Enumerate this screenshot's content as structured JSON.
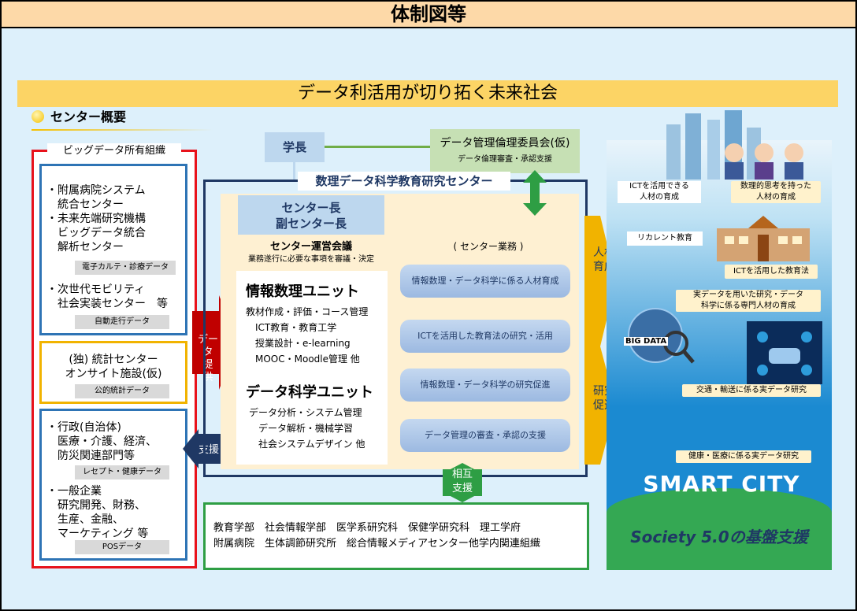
{
  "header": {
    "title": "体制図等"
  },
  "banner": {
    "title": "データ利活用が切り拓く未来社会"
  },
  "overview": {
    "label": "センター概要"
  },
  "orgs": {
    "title": "ビッグデータ所有組織",
    "group1": {
      "lines": [
        "・附属病院システム",
        "　統合センター",
        "・未来先端研究機構",
        "　ビッグデータ統合",
        "　解析センター"
      ],
      "tag1": "電子カルテ・診療データ",
      "lines2": [
        "・次世代モビリティ",
        "　社会実装センター　等"
      ],
      "tag2": "自動走行データ"
    },
    "group2": {
      "lines": [
        "(独) 統計センター",
        "オンサイト施設(仮)"
      ],
      "tag": "公的統計データ"
    },
    "group3": {
      "lines": [
        "・行政(自治体)",
        "　医療・介護、経済、",
        "　防災関連部門等"
      ],
      "tag1": "レセプト・健康データ",
      "lines2": [
        "・一般企業",
        "　研究開発、財務、",
        "　生産、金融、",
        "　マーケティング 等"
      ],
      "tag2": "POSデータ"
    }
  },
  "arrows": {
    "data_provide": [
      "データ",
      "提　供"
    ],
    "support": "支援",
    "mutual": [
      "相互",
      "支援"
    ]
  },
  "president": "学長",
  "ethics": {
    "title": "データ管理倫理委員会(仮)",
    "sub": "データ倫理審査・承認支援"
  },
  "center": {
    "title": "数理データ科学教育研究センター",
    "director": [
      "センター長",
      "副センター長"
    ],
    "meeting_title": "センター運営会議",
    "meeting_sub": "業務遂行に必要な事項を審議・決定",
    "unit1": {
      "title": "情報数理ユニット",
      "items": [
        "教材作成・評価・コース管理",
        "　ICT教育・教育工学",
        "　授業設計・e-learning",
        "　MOOC・Moodle管理 他"
      ]
    },
    "unit2": {
      "title": "データ科学ユニット",
      "items": [
        "データ分析・システム管理",
        "　データ解析・機械学習",
        "　社会システムデザイン 他"
      ]
    },
    "biz_title": "( センター業務 )",
    "biz_items": [
      "情報数理・データ科学に係る人材育成",
      "ICTを活用した教育法の研究・活用",
      "情報数理・データ科学の研究促進",
      "データ管理の審査・承認の支援"
    ]
  },
  "bottom": {
    "lines": [
      "教育学部　社会情報学部　医学系研究科　保健学研究科　理工学府",
      "附属病院　生体調節研究所　総合情報メディアセンター他学内関連組織"
    ]
  },
  "side_labels": {
    "hr": [
      "人材",
      "育成"
    ],
    "research": [
      "研究",
      "促進"
    ]
  },
  "right": {
    "tag_ict": [
      "ICTを活用できる",
      "人材の育成"
    ],
    "tag_math": [
      "数理的思考を持った",
      "人材の育成"
    ],
    "recurrent": "リカレント教育",
    "ict_edu": "ICTを活用した教育法",
    "real_data": [
      "実データを用いた研究・データ",
      "科学に係る専門人材の育成"
    ],
    "bigdata": "BIG DATA",
    "traffic": "交通・輸送に係る実データ研究",
    "health": "健康・医療に係る実データ研究",
    "smart_city": "SMART CITY",
    "society": "Society 5.0の基盤支援"
  }
}
